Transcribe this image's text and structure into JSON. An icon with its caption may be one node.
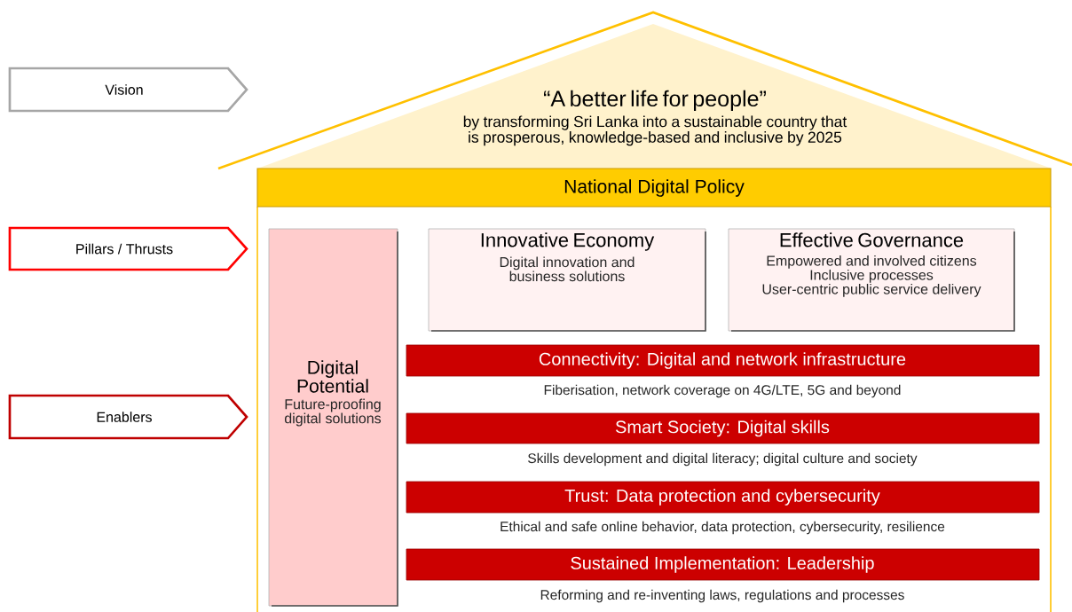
{
  "diagram": {
    "nodes": [
      {
        "text": [
          "Vision"
        ]
      },
      {
        "text": [
          "Pillars / Thrusts"
        ]
      },
      {
        "text": [
          "Enablers"
        ]
      },
      {
        "text": [
          "“A better life for people”",
          "by transforming Sri Lanka into a sustainable country that is prosperous, knowledge-based and inclusive by 2025"
        ]
      },
      {
        "text": [
          "National Digital Policy"
        ]
      },
      {
        "text": [
          "Digital Potential",
          "Future-proofing digital solutions"
        ]
      },
      {
        "text": [
          "Innovative Economy",
          "Digital innovation and business solutions"
        ]
      },
      {
        "text": [
          "Effective Governance",
          "Empowered and involved citizens",
          "Inclusive processes",
          "User-centric public service delivery"
        ]
      },
      {
        "text": [
          "Connectivity: Digital and network infrastructure"
        ],
        "beside": [
          "Fiberisation, network coverage on 4G/LTE, 5G and beyond"
        ]
      },
      {
        "text": [
          "Smart Society: Digital skills"
        ],
        "beside": [
          "Skills development and digital literacy; digital culture and society"
        ]
      },
      {
        "text": [
          "Trust: Data protection and cybersecurity"
        ],
        "beside": [
          "Ethical and safe online behavior, data protection, cybersecurity, resilience"
        ]
      },
      {
        "text": [
          "Sustained Implementation: Leadership"
        ],
        "beside": [
          "Reforming and re-inventing laws, regulations and processes"
        ]
      }
    ]
  }
}
